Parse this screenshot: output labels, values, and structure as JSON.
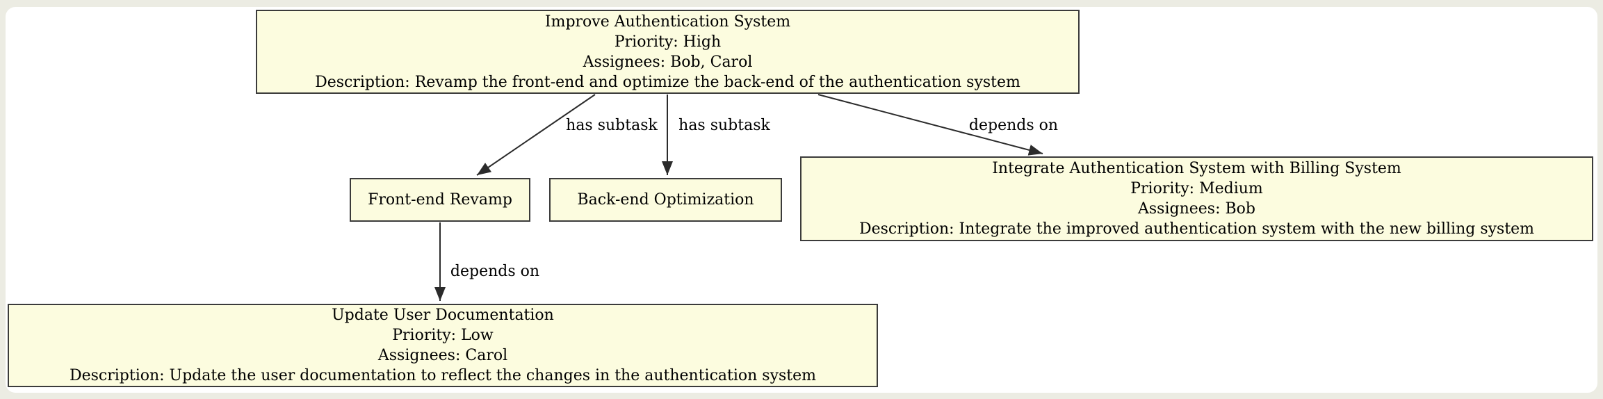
{
  "diagram": {
    "nodes": {
      "improve_auth": {
        "title": "Improve Authentication System",
        "priority": "Priority: High",
        "assignees": "Assignees: Bob, Carol",
        "description": "Description: Revamp the front-end and optimize the back-end of the authentication system"
      },
      "frontend_revamp": {
        "title": "Front-end Revamp"
      },
      "backend_optimization": {
        "title": "Back-end Optimization"
      },
      "integrate_billing": {
        "title": "Integrate Authentication System with Billing System",
        "priority": "Priority: Medium",
        "assignees": "Assignees: Bob",
        "description": "Description: Integrate the improved authentication system with the new billing system"
      },
      "update_docs": {
        "title": "Update User Documentation",
        "priority": "Priority: Low",
        "assignees": "Assignees: Carol",
        "description": "Description: Update the user documentation to reflect the changes in the authentication system"
      }
    },
    "edges": [
      {
        "from": "Improve Authentication System",
        "to": "Front-end Revamp",
        "label": "has subtask"
      },
      {
        "from": "Improve Authentication System",
        "to": "Back-end Optimization",
        "label": "has subtask"
      },
      {
        "from": "Improve Authentication System",
        "to": "Integrate Authentication System with Billing System",
        "label": "depends on"
      },
      {
        "from": "Front-end Revamp",
        "to": "Update User Documentation",
        "label": "depends on"
      }
    ],
    "colors": {
      "node_fill": "#FCFCDF",
      "node_border": "#3B3B3B",
      "edge_line": "#2B2B2B",
      "canvas_background": "#FFFFFF",
      "page_background": "#ECECE3"
    }
  }
}
